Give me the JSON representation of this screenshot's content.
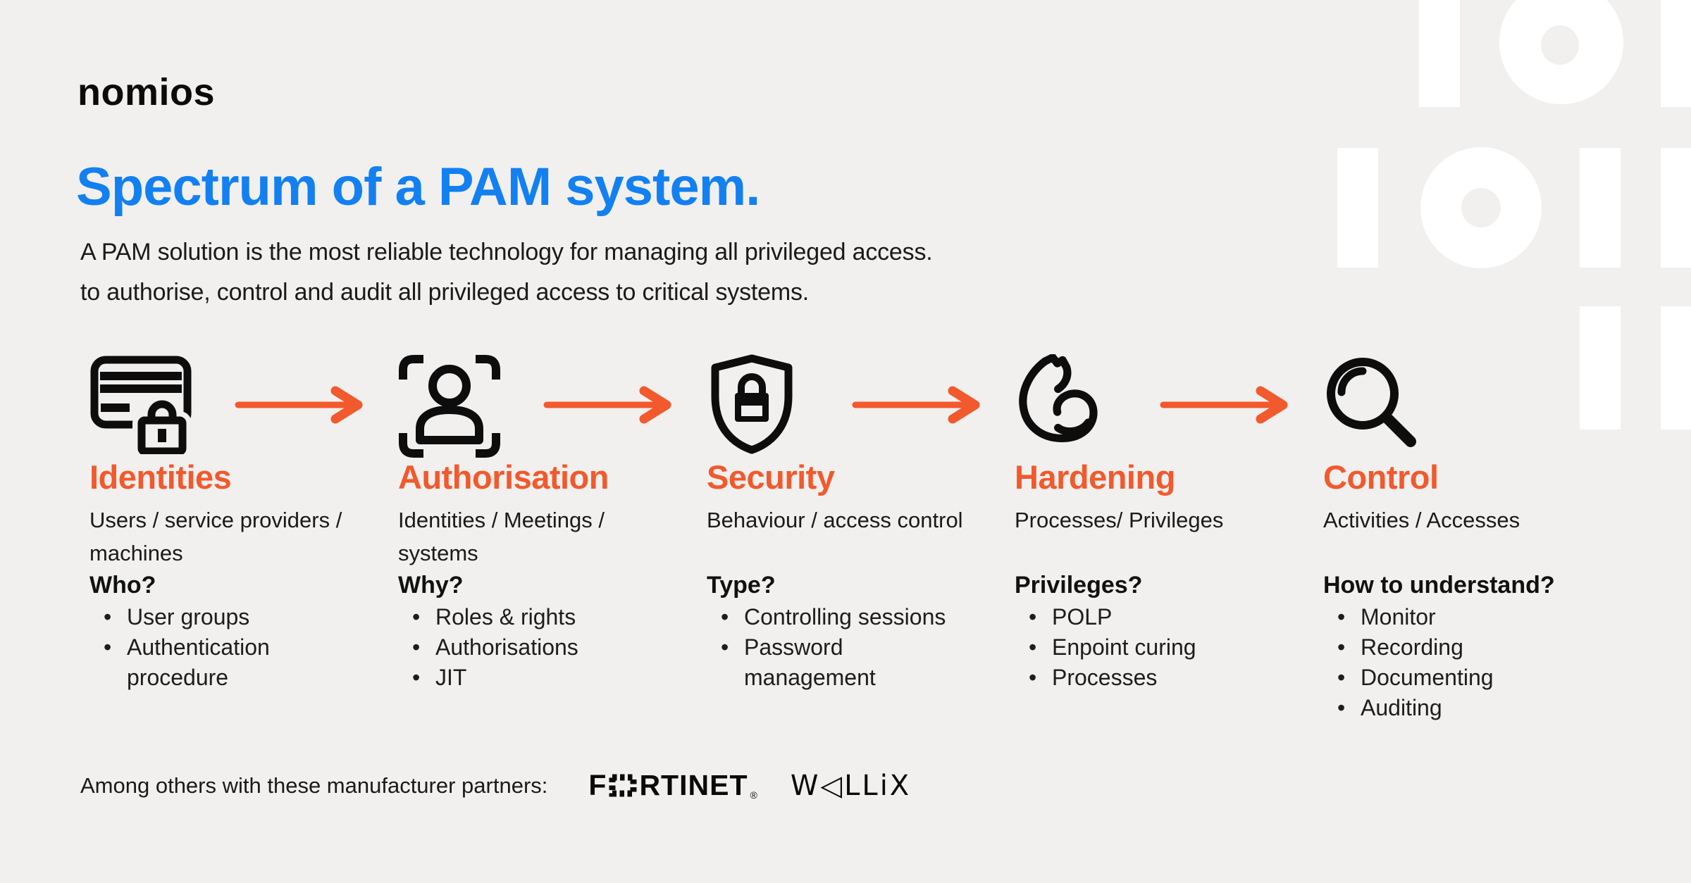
{
  "theme": {
    "background": "#f1f0ee",
    "white": "#ffffff",
    "blue": "#1380f2",
    "orange": "#f2592c",
    "ink": "#1a1a1a",
    "black": "#0d0d0d"
  },
  "header": {
    "logo": "nomios",
    "title": "Spectrum of a PAM system.",
    "subtitle": "A PAM solution is the most reliable technology for managing all privileged access.\nto authorise, control and audit all privileged access to critical systems."
  },
  "ui": {
    "bullet": "•"
  },
  "columns": [
    {
      "icon": "id-card-lock-icon",
      "heading": "Identities",
      "description": "Users / service providers /\nmachines",
      "question": "Who?",
      "bullets": [
        "User groups",
        "Authentication\nprocedure"
      ]
    },
    {
      "icon": "face-scan-icon",
      "heading": "Authorisation",
      "description": "Identities / Meetings /\nsystems",
      "question": "Why?",
      "bullets": [
        "Roles & rights",
        "Authorisations",
        "JIT"
      ]
    },
    {
      "icon": "shield-lock-icon",
      "heading": "Security",
      "description": "Behaviour / access control",
      "question": "Type?",
      "bullets": [
        "Controlling sessions",
        "Password\nmanagement"
      ]
    },
    {
      "icon": "bicep-icon",
      "heading": "Hardening",
      "description": "Processes/ Privileges",
      "question": "Privileges?",
      "bullets": [
        "POLP",
        "Enpoint curing",
        "Processes"
      ]
    },
    {
      "icon": "magnifier-icon",
      "heading": "Control",
      "description": "Activities / Accesses",
      "question": "How to understand?",
      "bullets": [
        "Monitor",
        "Recording",
        "Documenting",
        "Auditing"
      ]
    }
  ],
  "footer": {
    "label": "Among others with these manufacturer partners:",
    "fortinet": {
      "first": "F",
      "rest": "RTINET",
      "reg": "®"
    },
    "wallix": {
      "display": "W◁LLiX"
    }
  }
}
